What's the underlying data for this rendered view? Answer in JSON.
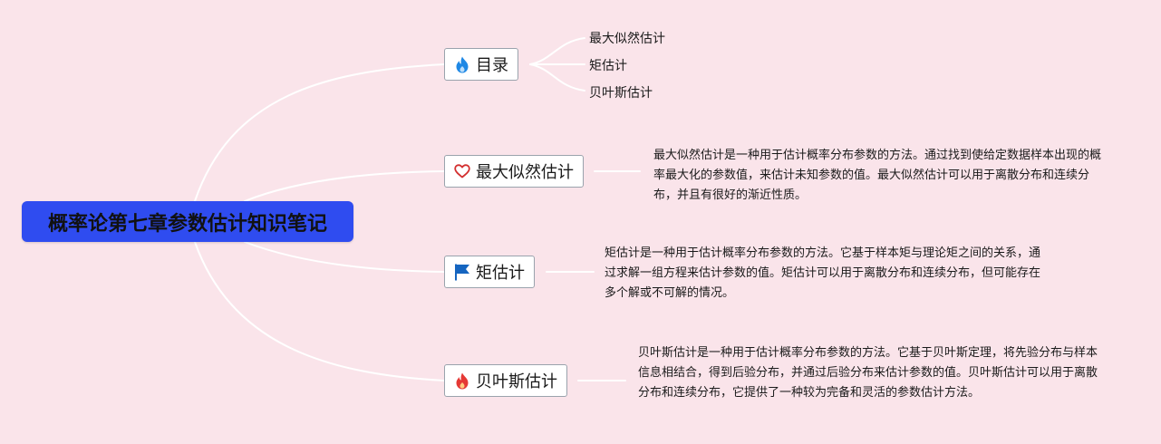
{
  "root": {
    "title": "概率论第七章参数估计知识笔记"
  },
  "branches": [
    {
      "label": "目录",
      "icon": "fire-icon",
      "icon_color": "#1e88e5",
      "children": [
        "最大似然估计",
        "矩估计",
        "贝叶斯估计"
      ]
    },
    {
      "label": "最大似然估计",
      "icon": "heart-icon",
      "icon_color": "#d32f2f",
      "description": "最大似然估计是一种用于估计概率分布参数的方法。通过找到使给定数据样本出现的概率最大化的参数值，来估计未知参数的值。最大似然估计可以用于离散分布和连续分布，并且有很好的渐近性质。"
    },
    {
      "label": "矩估计",
      "icon": "flag-icon",
      "icon_color": "#1565c0",
      "description": "矩估计是一种用于估计概率分布参数的方法。它基于样本矩与理论矩之间的关系，通过求解一组方程来估计参数的值。矩估计可以用于离散分布和连续分布，但可能存在多个解或不可解的情况。"
    },
    {
      "label": "贝叶斯估计",
      "icon": "fire-icon",
      "icon_color": "#e53935",
      "description": "贝叶斯估计是一种用于估计概率分布参数的方法。它基于贝叶斯定理，将先验分布与样本信息相结合，得到后验分布，并通过后验分布来估计参数的值。贝叶斯估计可以用于离散分布和连续分布，它提供了一种较为完备和灵活的参数估计方法。"
    }
  ],
  "colors": {
    "background": "#fae4ea",
    "root_fill": "#2f4cf0",
    "connector": "#ffffff"
  }
}
